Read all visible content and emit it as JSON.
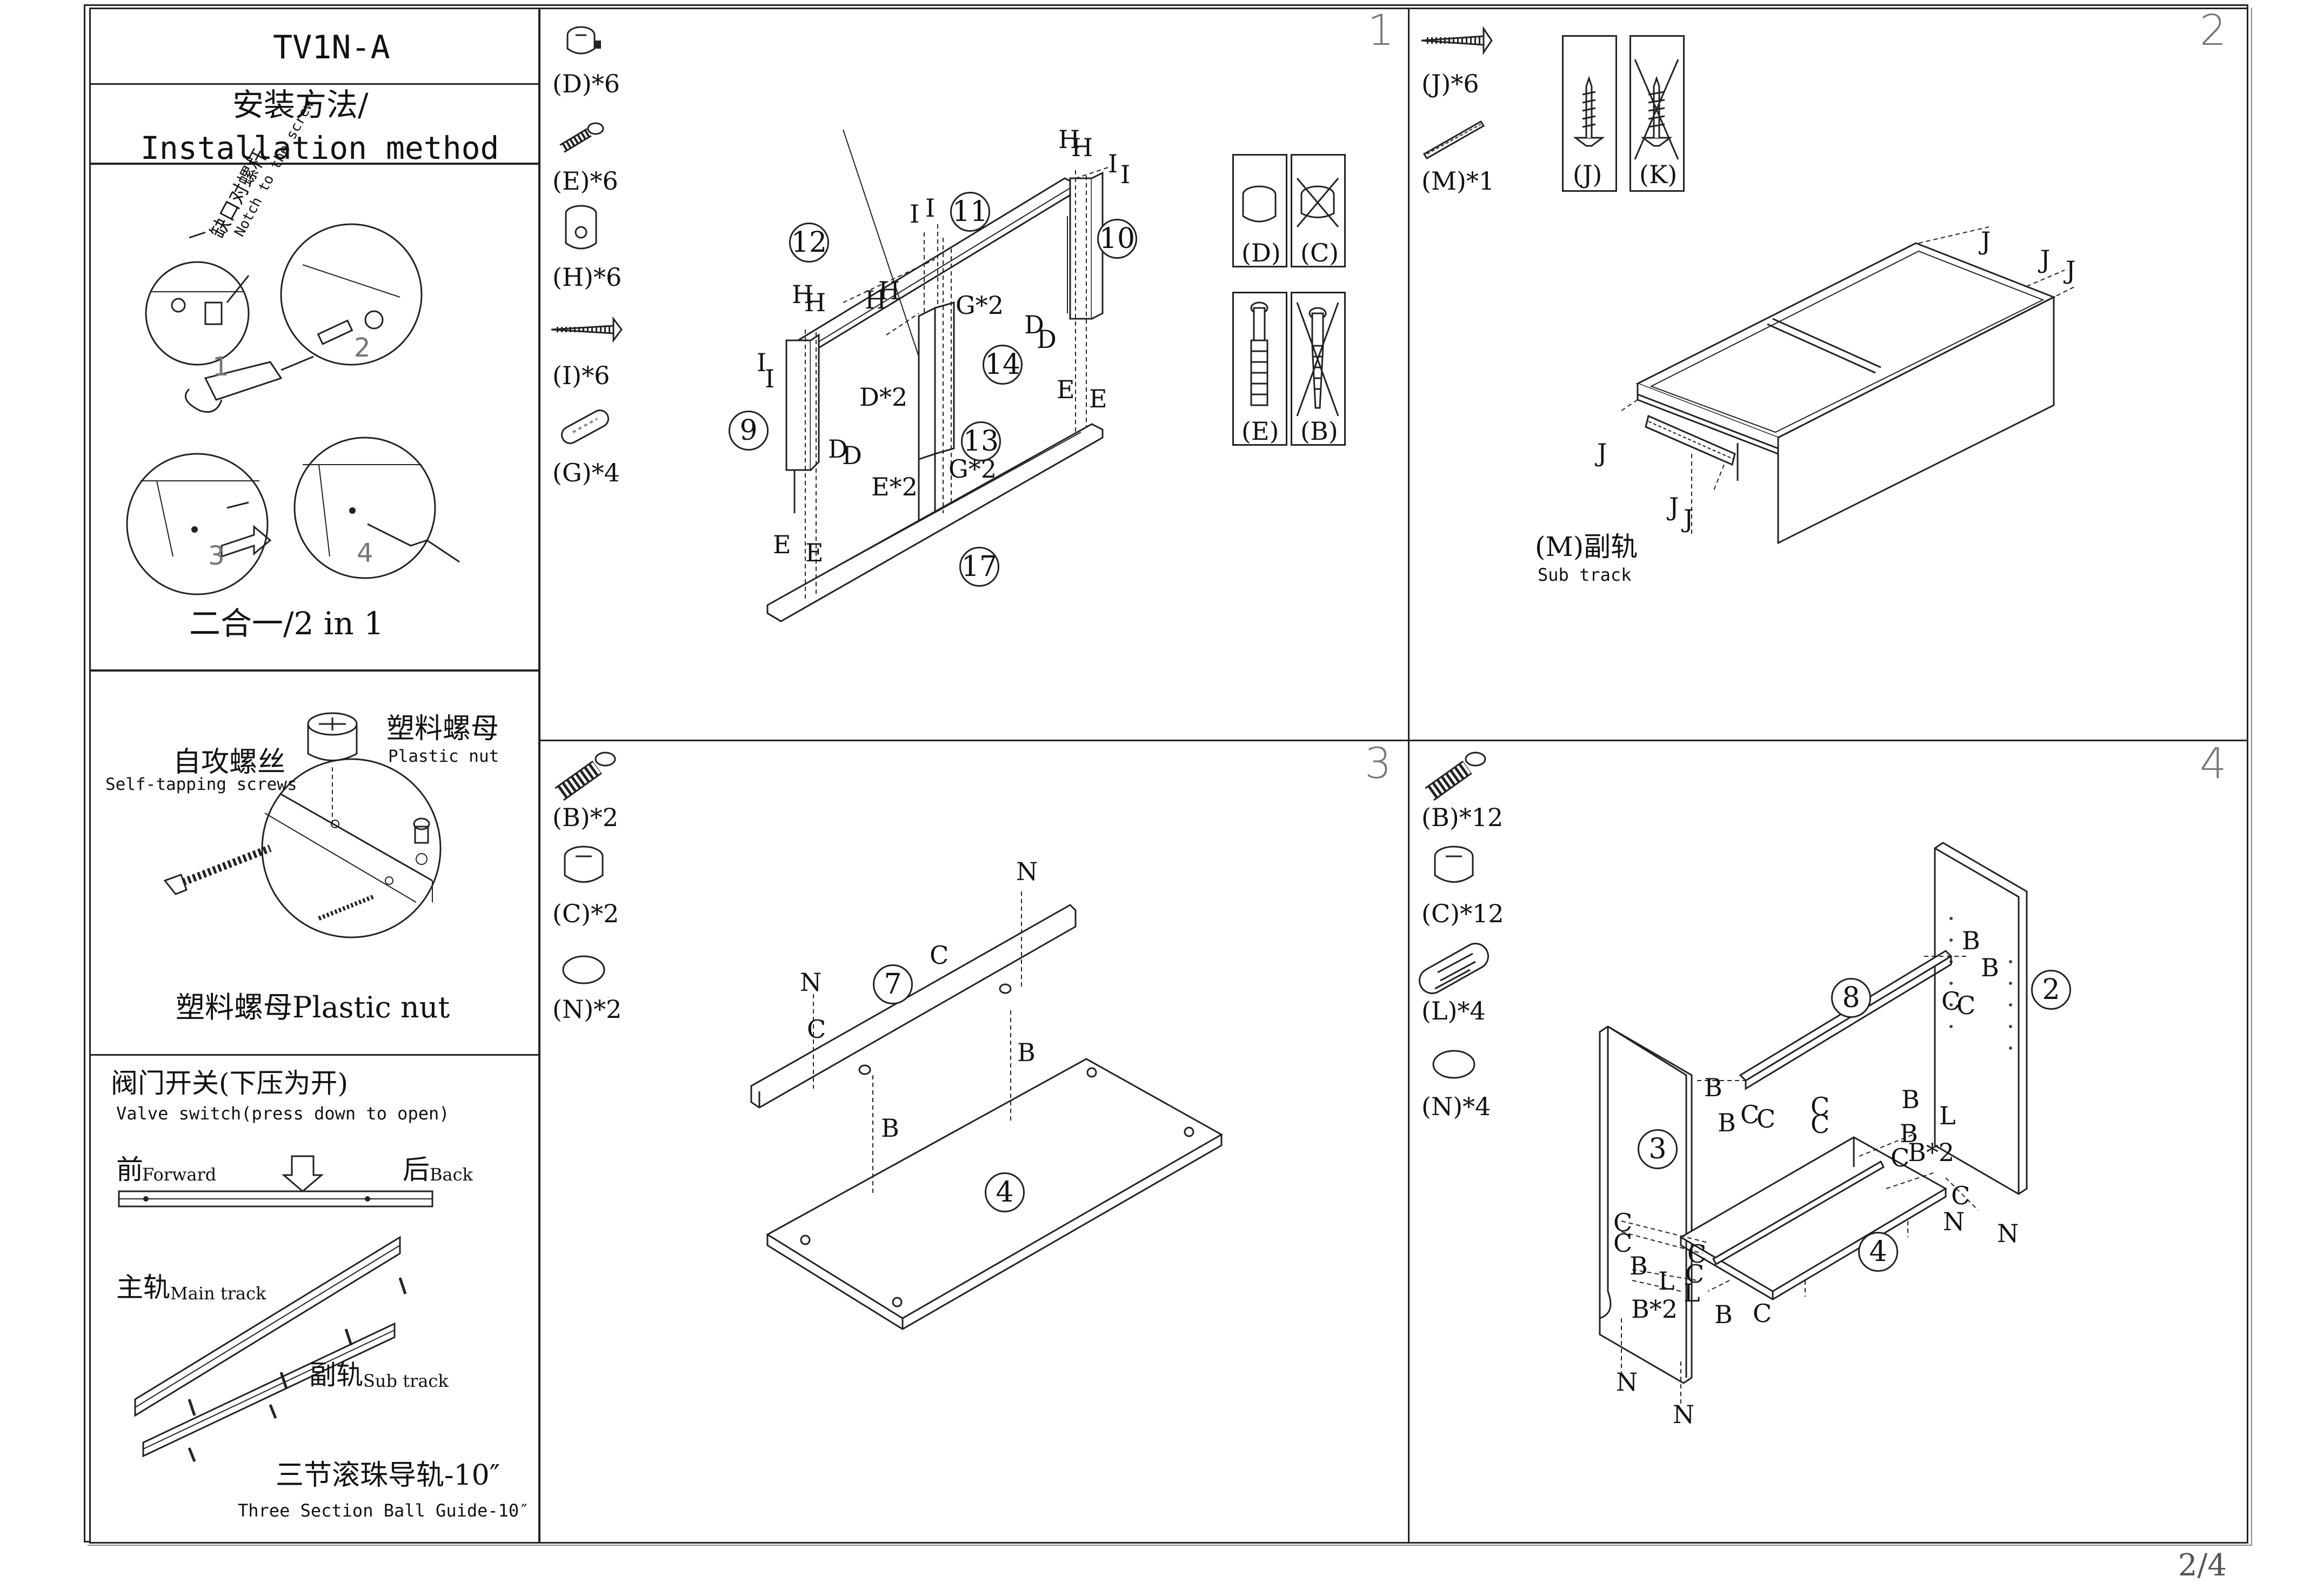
{
  "header": {
    "model": "TV1N-A",
    "method_cn": "安装方法/",
    "method_en": "Installation method",
    "page": "2/4"
  },
  "sidebar": {
    "notch_cn": "缺口对螺杆",
    "notch_en": "Notch to the screw",
    "steps": [
      "1",
      "2",
      "3",
      "4"
    ],
    "two_in_one": "二合一/2 in 1",
    "self_tap_cn": "自攻螺丝",
    "self_tap_en": "Self-tapping screws",
    "nut_cn": "塑料螺母",
    "nut_en": "Plastic nut",
    "nut_caption": "塑料螺母Plastic nut",
    "valve_cn": "阀门开关(下压为开)",
    "valve_en": "Valve switch(press down to open)",
    "forward_cn": "前",
    "forward_en": "Forward",
    "back_cn": "后",
    "back_en": "Back",
    "main_track_cn": "主轨",
    "main_track_en": "Main track",
    "sub_track_cn": "副轨",
    "sub_track_en": "Sub track",
    "ball_guide_cn": "三节滚珠导轨-10″",
    "ball_guide_en": "Three Section Ball Guide-10″"
  },
  "panels": [
    {
      "number": "1",
      "hardware": [
        "(D)*6",
        "(E)*6",
        "(H)*6",
        "(I)*6",
        "(G)*4"
      ],
      "parts": [
        "12",
        "11",
        "10",
        "14",
        "9",
        "13",
        "17"
      ],
      "labels": [
        "H",
        "H",
        "H",
        "H",
        "H",
        "H",
        "I",
        "I",
        "I",
        "I",
        "I",
        "I",
        "D",
        "D",
        "D",
        "D",
        "E",
        "E",
        "E",
        "E",
        "G*2",
        "D*2",
        "E*2",
        "G*2"
      ],
      "compare": [
        {
          "ok": "(D)",
          "bad": "(C)"
        },
        {
          "ok": "(E)",
          "bad": "(B)"
        }
      ]
    },
    {
      "number": "2",
      "hardware": [
        "(J)*6",
        "(M)*1"
      ],
      "compare": [
        {
          "ok": "(J)",
          "bad": "(K)"
        }
      ],
      "labels": [
        "J",
        "J",
        "J",
        "J",
        "J",
        "J"
      ],
      "sub_track_cn": "(M)副轨",
      "sub_track_en": "Sub track"
    },
    {
      "number": "3",
      "hardware": [
        "(B)*2",
        "(C)*2",
        "(N)*2"
      ],
      "parts": [
        "7",
        "4"
      ],
      "labels": [
        "N",
        "N",
        "C",
        "C",
        "B",
        "B"
      ]
    },
    {
      "number": "4",
      "hardware": [
        "(B)*12",
        "(C)*12",
        "(L)*4",
        "(N)*4"
      ],
      "parts": [
        "8",
        "2",
        "3",
        "4"
      ],
      "labels": [
        "B",
        "B",
        "C",
        "C",
        "B",
        "B",
        "C",
        "C",
        "C",
        "C",
        "B",
        "L",
        "B",
        "B*2",
        "C",
        "C",
        "N",
        "N",
        "C",
        "C",
        "B",
        "L",
        "B*2",
        "C",
        "B",
        "C",
        "N",
        "N",
        "L",
        "C"
      ]
    }
  ]
}
